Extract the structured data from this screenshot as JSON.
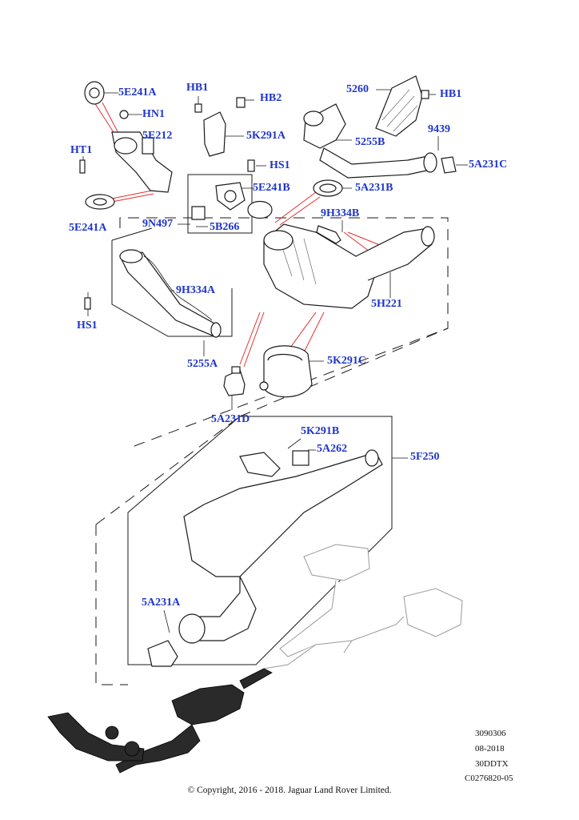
{
  "callouts": {
    "c_5E241A_top": "5E241A",
    "c_HN1": "HN1",
    "c_5E212": "5E212",
    "c_HT1": "HT1",
    "c_5E241A_bottom": "5E241A",
    "c_HB1_left": "HB1",
    "c_HB2": "HB2",
    "c_5K291A": "5K291A",
    "c_HS1_mid": "HS1",
    "c_5E241B": "5E241B",
    "c_9N497": "9N497",
    "c_5B266": "5B266",
    "c_5260": "5260",
    "c_HB1_right": "HB1",
    "c_9439": "9439",
    "c_5255B": "5255B",
    "c_5A231C": "5A231C",
    "c_5A231B": "5A231B",
    "c_9H334B": "9H334B",
    "c_9H334A": "9H334A",
    "c_HS1_left": "HS1",
    "c_5H221": "5H221",
    "c_5255A": "5255A",
    "c_5K291C": "5K291C",
    "c_5A231D": "5A231D",
    "c_5K291B": "5K291B",
    "c_5A262": "5A262",
    "c_5F250": "5F250",
    "c_5A231A": "5A231A"
  },
  "meta": {
    "illustration_id": "3090306",
    "date": "08-2018",
    "engine_code": "30DDTX",
    "catalog_ref": "C0276820-05"
  },
  "copyright": "© Copyright, 2016 - 2018. Jaguar Land Rover Limited."
}
